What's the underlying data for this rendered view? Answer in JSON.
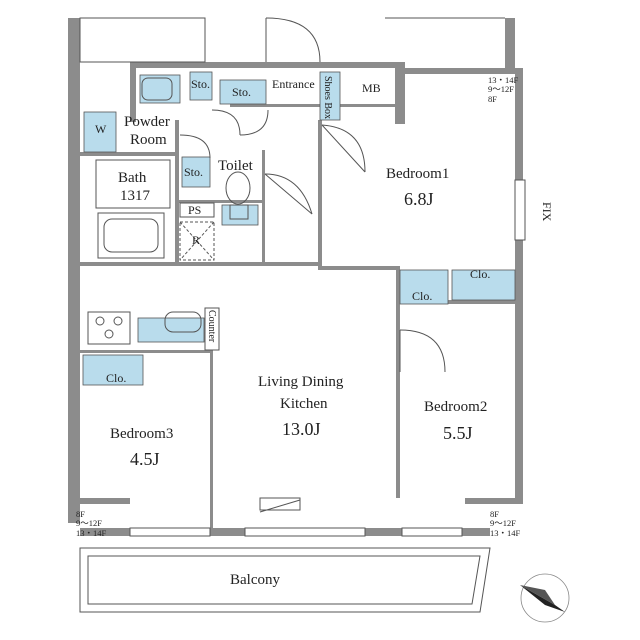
{
  "rooms": {
    "bedroom1": {
      "name": "Bedroom1",
      "area": "6.8J"
    },
    "bedroom2": {
      "name": "Bedroom2",
      "area": "5.5J"
    },
    "bedroom3": {
      "name": "Bedroom3",
      "area": "4.5J"
    },
    "ldk": {
      "line1": "Living Dining",
      "line2": "Kitchen",
      "area": "13.0J"
    },
    "bath": {
      "name": "Bath",
      "size": "1317"
    },
    "powder_room": {
      "line1": "Powder",
      "line2": "Room"
    },
    "toilet": {
      "name": "Toilet"
    },
    "entrance": {
      "name": "Entrance"
    },
    "balcony": {
      "name": "Balcony"
    }
  },
  "fixtures": {
    "sto_1": "Sto.",
    "sto_2": "Sto.",
    "sto_3": "Sto.",
    "shoes_box": "Shoes Box",
    "mb": "MB",
    "washer": "W",
    "ps": "PS",
    "r": "R",
    "counter": "Counter",
    "fix": "FIX",
    "clo_bedroom1": "Clo.",
    "clo_bedroom2": "Clo.",
    "clo_bedroom3": "Clo."
  },
  "floor_notes": {
    "top_right": [
      "13・14F",
      "9～12F",
      "8F"
    ],
    "bottom_left": [
      "8F",
      "9～12F",
      "13・14F"
    ],
    "bottom_right": [
      "8F",
      "9～12F",
      "13・14F"
    ]
  },
  "colors": {
    "wall": "#8c8c8c",
    "storage": "#b9dcec",
    "line": "#555555"
  }
}
